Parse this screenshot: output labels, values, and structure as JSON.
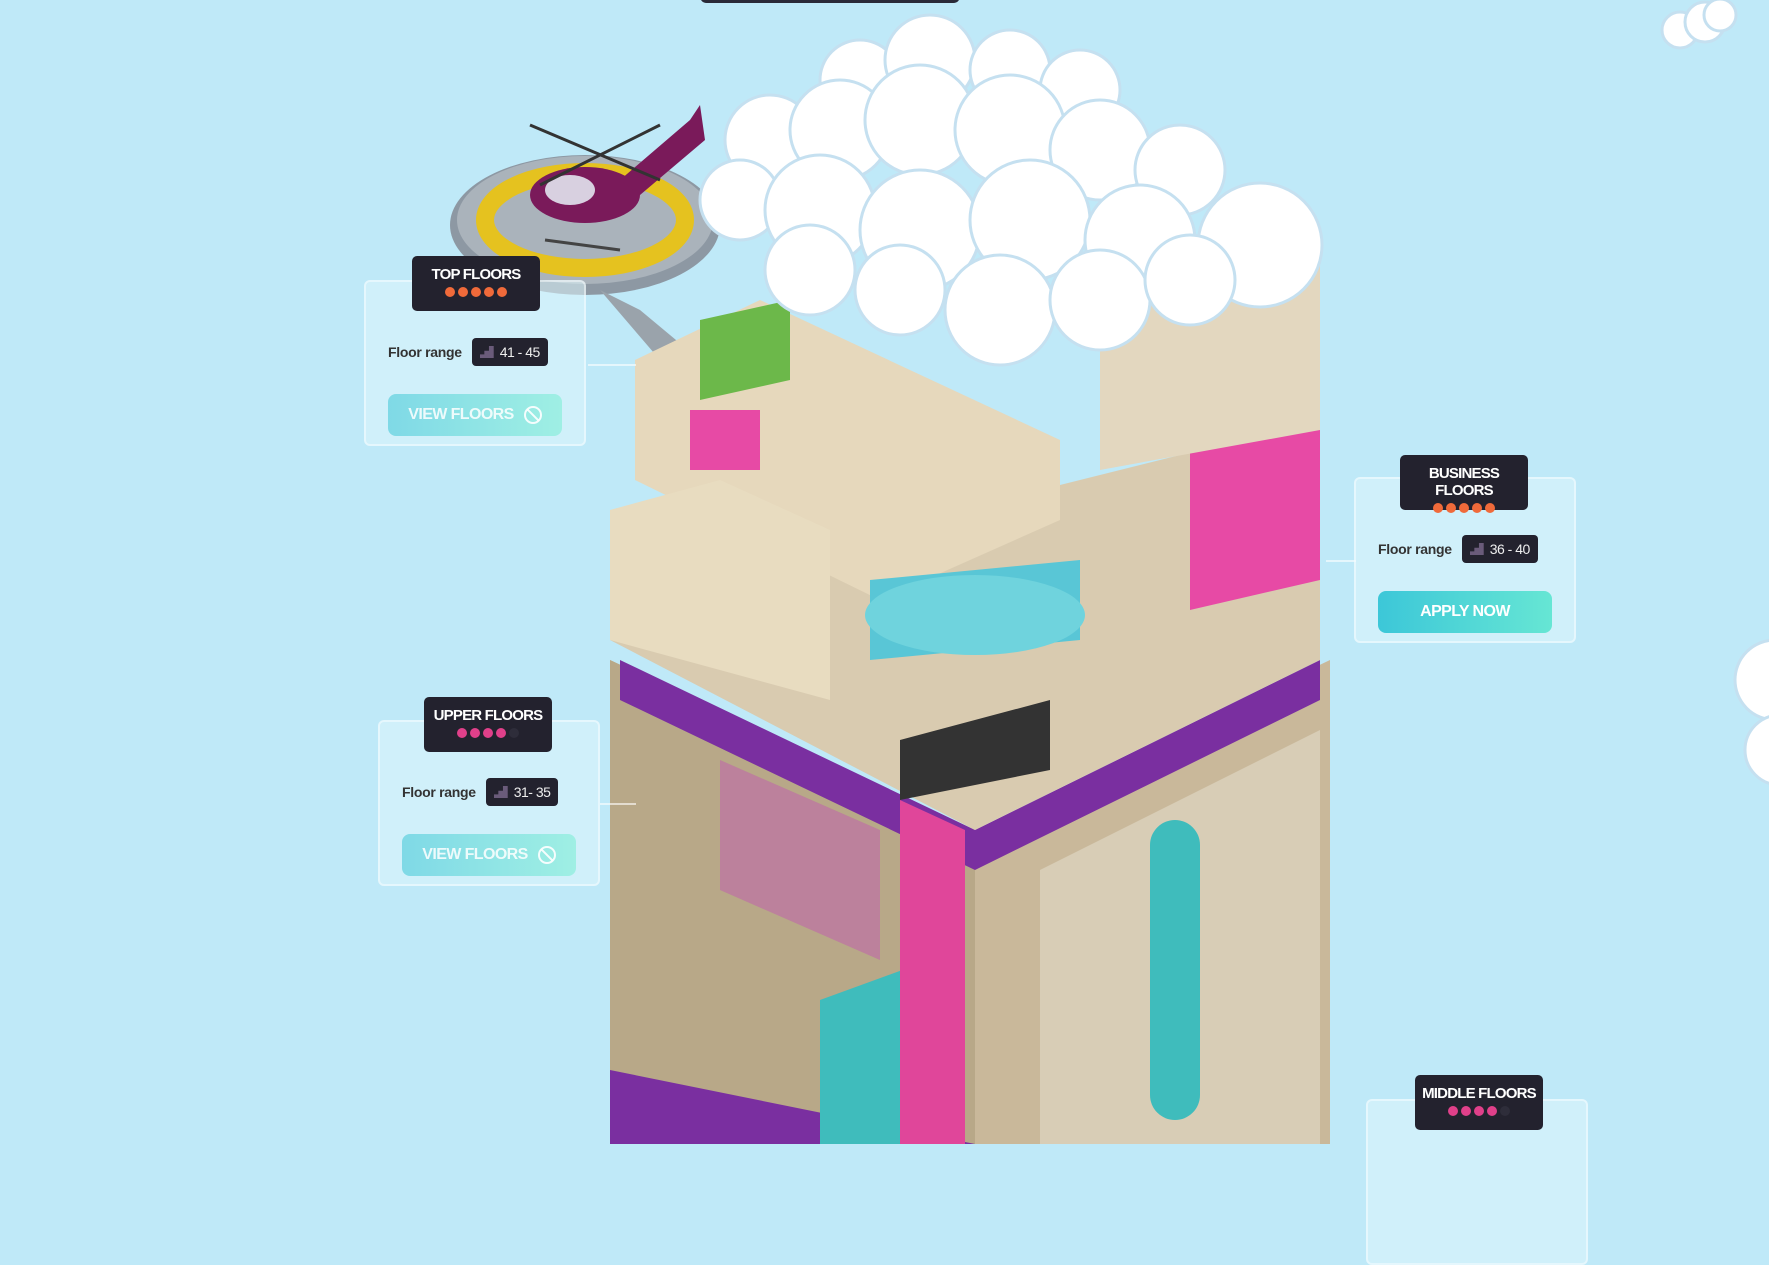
{
  "colors": {
    "sky": "#bfe9f8",
    "badge": "#23222e",
    "dot_orange": "#f0643c",
    "dot_pink": "#e0408a",
    "button": "#3cc7d8"
  },
  "sections": [
    {
      "title": "TOP FLOORS",
      "dots_filled": 5,
      "dot_color": "#f06a3a",
      "range_label": "Floor range",
      "range_icon": "stairs-icon",
      "range": "41 - 45",
      "button": "VIEW FLOORS",
      "button_icon": "ban-icon",
      "button_enabled": false
    },
    {
      "title": "BUSINESS FLOORS",
      "dots_filled": 5,
      "dot_color": "#f06a3a",
      "range_label": "Floor range",
      "range_icon": "stairs-icon",
      "range": "36 - 40",
      "button": "APPLY NOW",
      "button_enabled": true
    },
    {
      "title": "UPPER FLOORS",
      "dots_filled": 4,
      "dot_color": "#e0408a",
      "range_label": "Floor range",
      "range_icon": "stairs-icon",
      "range": "31- 35",
      "button": "VIEW FLOORS",
      "button_icon": "ban-icon",
      "button_enabled": false
    },
    {
      "title": "MIDDLE FLOORS",
      "dots_filled": 4,
      "dot_color": "#e0408a"
    }
  ]
}
